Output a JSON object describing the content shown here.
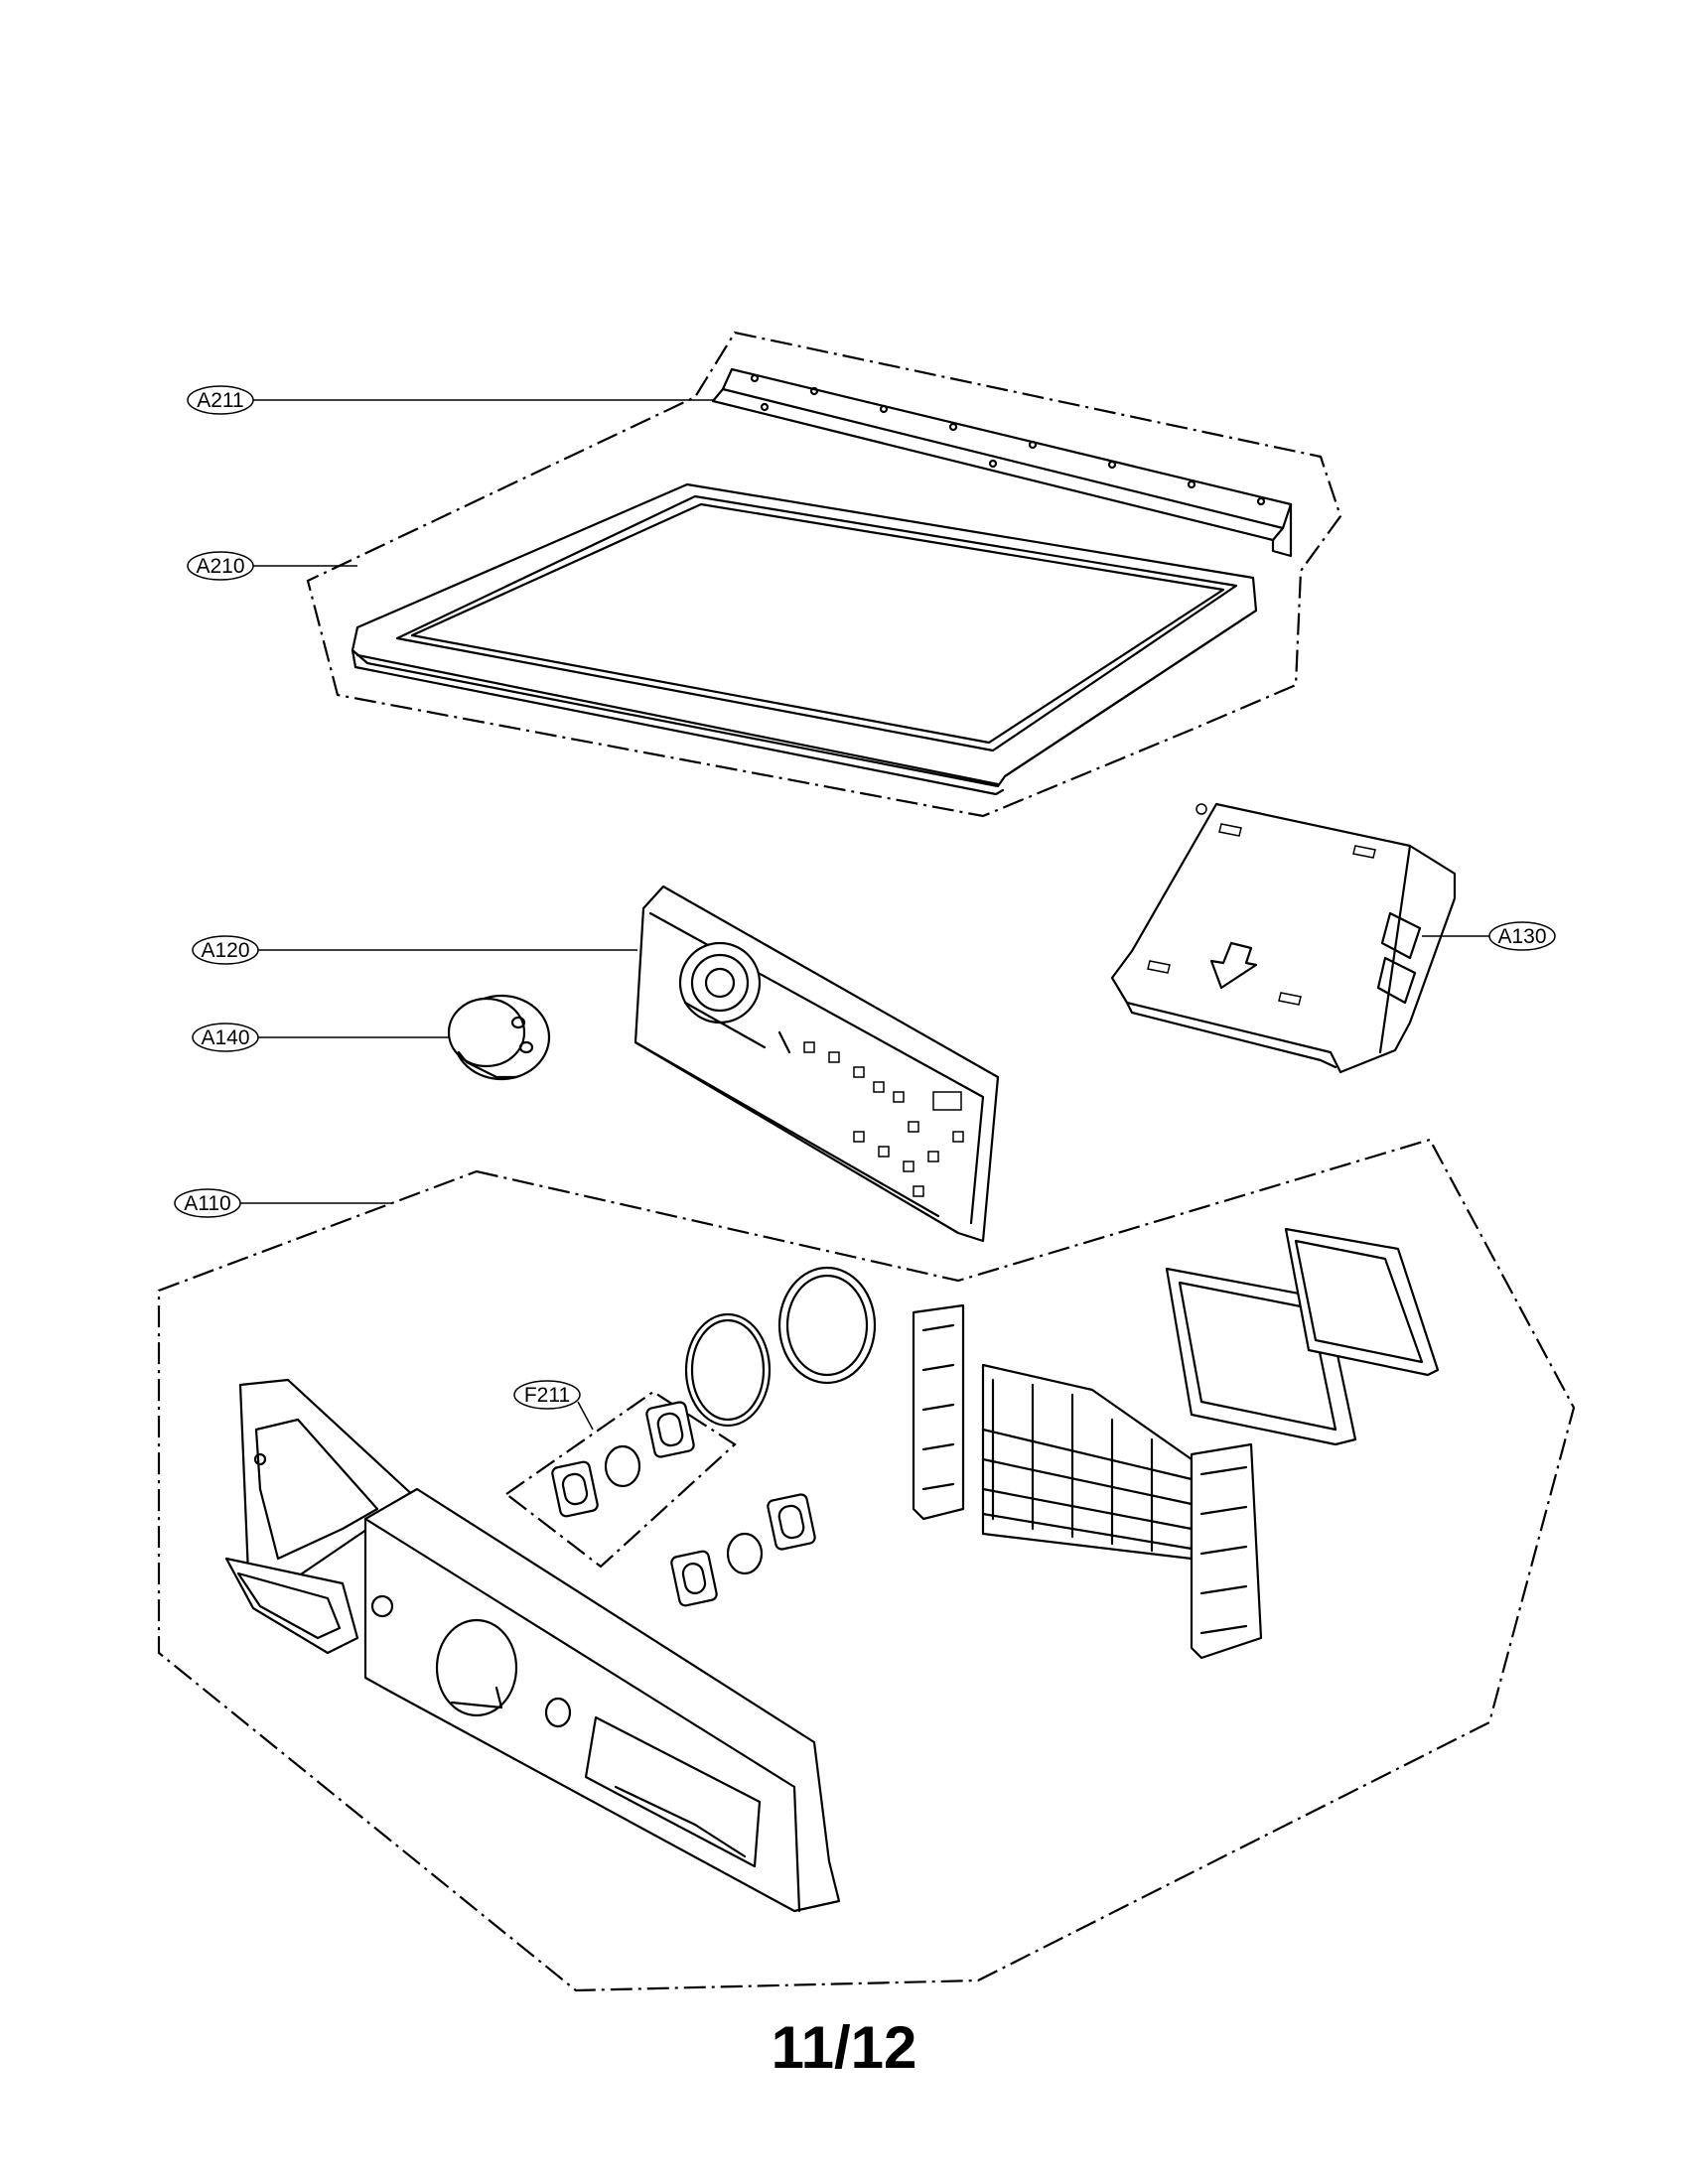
{
  "callouts": {
    "a211": "A211",
    "a210": "A210",
    "a120": "A120",
    "a130": "A130",
    "a140": "A140",
    "a110": "A110",
    "f211": "F211"
  },
  "page_number": "11/12"
}
